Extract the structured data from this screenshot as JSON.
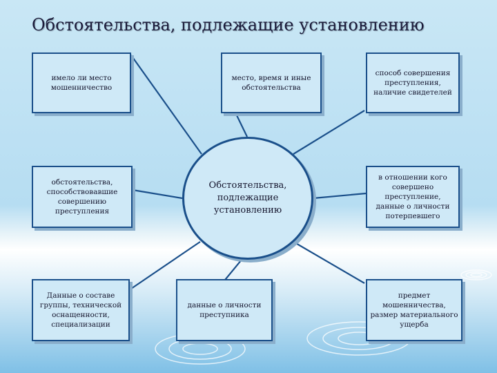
{
  "title": "Обстоятельства, подлежащие установлению",
  "center": "Обстоятельства, подлежащие установлению",
  "boxes": {
    "top_left": "имело ли место мошенничество",
    "top_mid": "место, время и иные обстоятельства",
    "top_right": "способ совершения преступления, наличие свидетелей",
    "mid_left": "обстоятельства, способствовавшие совершению преступления",
    "mid_right": "в отношении кого совершено преступление, данные о личности потерпевшего",
    "bot_left": "Данные о составе группы, технической оснащенности, специализации",
    "bot_mid": "данные о личности преступника",
    "bot_right": "предмет мошенничества, размер материального ущерба"
  },
  "colors": {
    "line": "#1a4f8a",
    "fill": "#cfe9f7",
    "title": "#1b1b3a"
  }
}
